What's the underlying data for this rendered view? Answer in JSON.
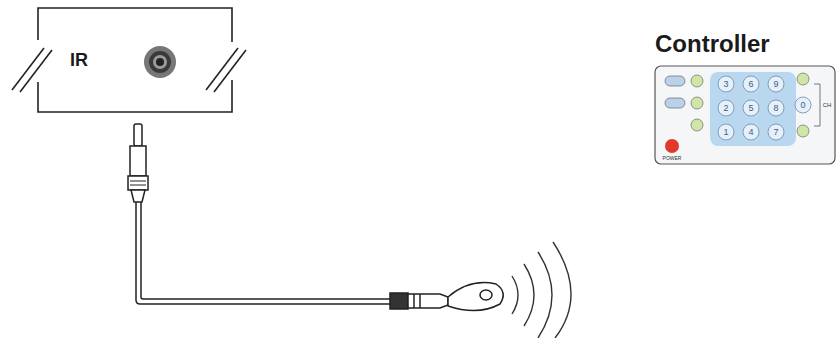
{
  "diagram": {
    "nodes": [
      {
        "text": [
          "IR"
        ]
      },
      {
        "text": [
          "Controller"
        ]
      }
    ],
    "labels": [
      "3",
      "6",
      "9",
      "2",
      "5",
      "8",
      "0",
      "1",
      "4",
      "7",
      "CH",
      "POWER"
    ]
  }
}
